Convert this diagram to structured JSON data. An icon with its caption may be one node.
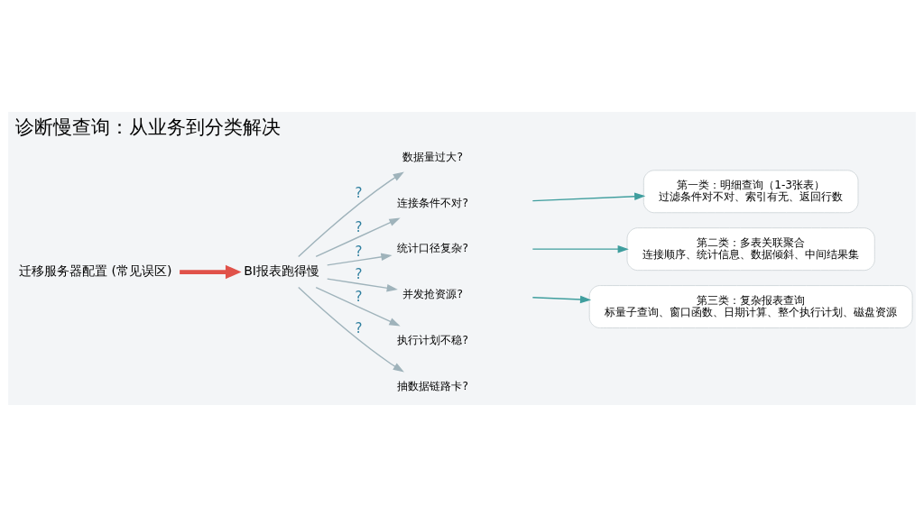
{
  "diagram": {
    "title": "诊断慢查询：从业务到分类解决",
    "nodes": [
      {
        "text": [
          "迁移服务器配置 (常见误区)"
        ]
      },
      {
        "text": [
          "BI报表跑得慢"
        ]
      },
      {
        "text": [
          "数据量过大?"
        ]
      },
      {
        "text": [
          "连接条件不对?"
        ]
      },
      {
        "text": [
          "统计口径复杂?"
        ]
      },
      {
        "text": [
          "并发抢资源?"
        ]
      },
      {
        "text": [
          "执行计划不稳?"
        ]
      },
      {
        "text": [
          "抽数据链路卡?"
        ]
      },
      {
        "text": [
          "第一类：明细查询（1-3张表）",
          "过滤条件对不对、索引有无、返回行数"
        ]
      },
      {
        "text": [
          "第二类：多表关联聚合",
          "连接顺序、统计信息、数据倾斜、中间结果集"
        ]
      },
      {
        "text": [
          "第三类：复杂报表查询",
          "标量子查询、窗口函数、日期计算、整个执行计划、磁盘资源"
        ]
      }
    ],
    "edges": [
      {
        "from": 0,
        "to": 1,
        "arrow": "to",
        "style": "thick",
        "color": "#e0524a"
      },
      {
        "from": 1,
        "to": 2,
        "arrow": "to",
        "label": "?"
      },
      {
        "from": 1,
        "to": 3,
        "arrow": "to",
        "label": "?"
      },
      {
        "from": 1,
        "to": 4,
        "arrow": "to",
        "label": "?"
      },
      {
        "from": 1,
        "to": 5,
        "arrow": "to",
        "label": "?"
      },
      {
        "from": 1,
        "to": 6,
        "arrow": "to",
        "label": "?"
      },
      {
        "from": 1,
        "to": 7,
        "arrow": "to",
        "label": "?"
      },
      {
        "from": null,
        "to": 8,
        "arrow": "to",
        "color": "#3f9e9e"
      },
      {
        "from": null,
        "to": 9,
        "arrow": "to",
        "color": "#3f9e9e"
      },
      {
        "from": null,
        "to": 10,
        "arrow": "to",
        "color": "#3f9e9e"
      }
    ]
  }
}
